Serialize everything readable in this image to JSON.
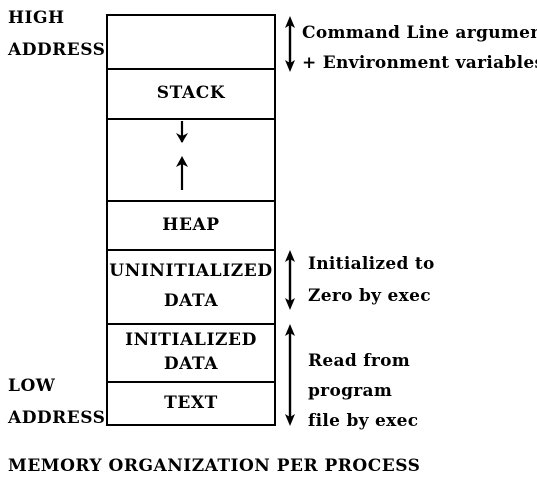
{
  "address_labels": {
    "high": [
      "HIGH",
      "ADDRESS"
    ],
    "low": [
      "LOW",
      "ADDRESS"
    ]
  },
  "segments": {
    "args_env": "",
    "stack": "STACK",
    "free_space": "",
    "heap": "HEAP",
    "bss": [
      "UNINITIALIZED",
      "DATA"
    ],
    "data": [
      "INITIALIZED",
      "DATA"
    ],
    "text": "TEXT"
  },
  "annotations": {
    "args_env": [
      "Command Line arguments",
      "+ Environment variables"
    ],
    "bss": [
      "Initialized to",
      "Zero by exec"
    ],
    "exec_read": [
      "Read from",
      "program",
      "file by exec"
    ]
  },
  "arrows": {
    "stack_growth": "down",
    "heap_growth": "up",
    "style_color": "#000000"
  },
  "caption": "MEMORY ORGANIZATION PER PROCESS"
}
